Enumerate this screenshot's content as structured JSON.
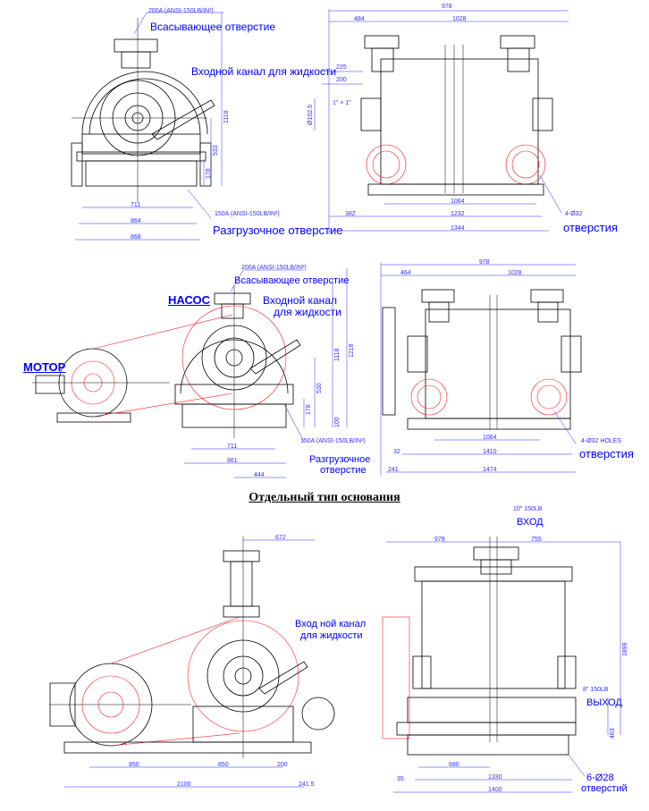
{
  "view1": {
    "suction_std": "200A (ANSI-150LB/IN²)",
    "suction_label": "Всасывающее отверстие",
    "liquid_inlet_label": "Входной канал для жидкости",
    "discharge_std": "150A (ANSI-150LB/IN²)",
    "discharge_label": "Разгрузочное отверстие",
    "dims_bottom": [
      "711",
      "864",
      "868"
    ],
    "dims_vertical": [
      "1118",
      "533",
      "178"
    ]
  },
  "view2": {
    "dims_top": [
      "978",
      "484",
      "1028"
    ],
    "dims_left": [
      "225",
      "200"
    ],
    "pipe_note": "1\" × 1\"",
    "flange_note": "Ø102.5",
    "dims_bottom": [
      "1064",
      "1232",
      "382",
      "1344"
    ],
    "holes_spec": "4-Ø32",
    "holes_label": "отверстия"
  },
  "view3": {
    "suction_std": "200A (ANSI-150LB/IN²)",
    "suction_label": "Всасывающее отверстие",
    "pump_tag": "НАСОС",
    "motor_tag": "МОТОР",
    "liquid_inlet_line1": "Входной канал",
    "liquid_inlet_line2": "для жидкости",
    "dims_vertical": [
      "1118",
      "1218",
      "530",
      "178",
      "100"
    ],
    "discharge_std": "150A (ANSI-150LB/IN²)",
    "discharge_line1": "Разгрузочное",
    "discharge_line2": "отверстие",
    "dims_bottom": [
      "711",
      "861",
      "444"
    ]
  },
  "view4": {
    "dims_top": [
      "978",
      "464",
      "1028"
    ],
    "dims_bottom": [
      "1064",
      "32",
      "1410",
      "241",
      "1474"
    ],
    "holes_spec": "4-Ø32 HOLES",
    "holes_label": "отверстия"
  },
  "section_title": "Отдельный тип основания",
  "view5": {
    "dim_top": "672",
    "liquid_inlet_line1": "Вход ной канал",
    "liquid_inlet_line2": "для жидкости",
    "dims_bottom": [
      "850",
      "850",
      "200",
      "2100",
      "241.5"
    ]
  },
  "view6": {
    "inlet_std": "10\" 150LB",
    "inlet_label": "ВХОД",
    "dims_top": [
      "978",
      "755"
    ],
    "dim_height": "1899",
    "outlet_std": "8\" 150LB",
    "outlet_label": "ВЫХОД",
    "dim_outlet_height": "463",
    "dims_bottom": [
      "680",
      "35",
      "1330",
      "1400"
    ],
    "holes_spec": "6-Ø28",
    "holes_label": "отверстий"
  }
}
